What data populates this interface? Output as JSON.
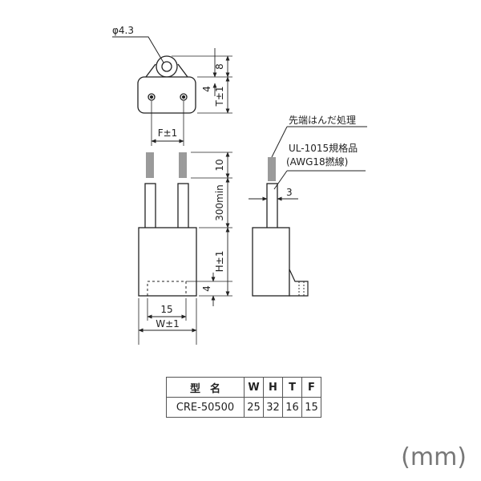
{
  "drawing": {
    "labels": {
      "hole_dia": "φ4.3",
      "tab_height": "8",
      "tab_offset": "4",
      "thickness": "T±1",
      "pitch": "F±1",
      "strip_len": "10",
      "lead_len": "300min",
      "body_height": "H±1",
      "bottom_offset": "4",
      "inner_width": "15",
      "width": "W±1",
      "wire_dia": "3",
      "note_tip": "先端はんだ処理",
      "note_std": "UL-1015規格品",
      "note_awg": "(AWG18撚線)"
    }
  },
  "table": {
    "headers": {
      "model": "型名",
      "w": "W",
      "h": "H",
      "t": "T",
      "f": "F"
    },
    "row": {
      "model": "CRE-50500",
      "w": "25",
      "h": "32",
      "t": "16",
      "f": "15"
    }
  },
  "unit": "(mm)"
}
